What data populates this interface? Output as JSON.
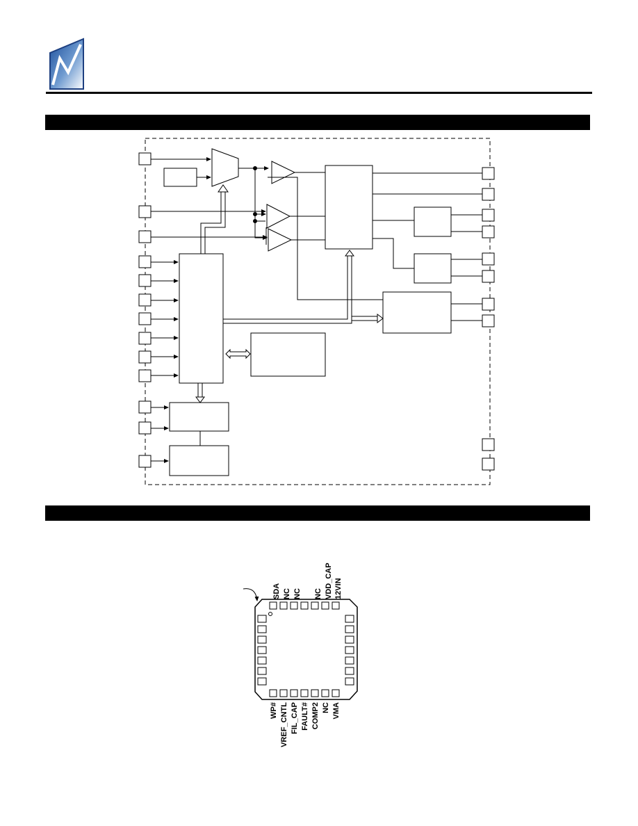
{
  "colors": {
    "ink": "#000000",
    "logo_gradient_start": "#1d4f9c",
    "logo_gradient_end": "#ffffff"
  },
  "logo": {
    "icon": "company-logo-icon"
  },
  "pin_diagram": {
    "top_pins": [
      "SDA",
      "NC",
      "NC",
      "NC",
      "VDD_CAP",
      "12VIN"
    ],
    "bottom_pins": [
      "WP#",
      "VREF_CNTL",
      "FIL_CAP",
      "FAULT#",
      "COMP2",
      "NC",
      "VMA"
    ],
    "pin1_marker_icon": "curved-arrow-icon"
  }
}
